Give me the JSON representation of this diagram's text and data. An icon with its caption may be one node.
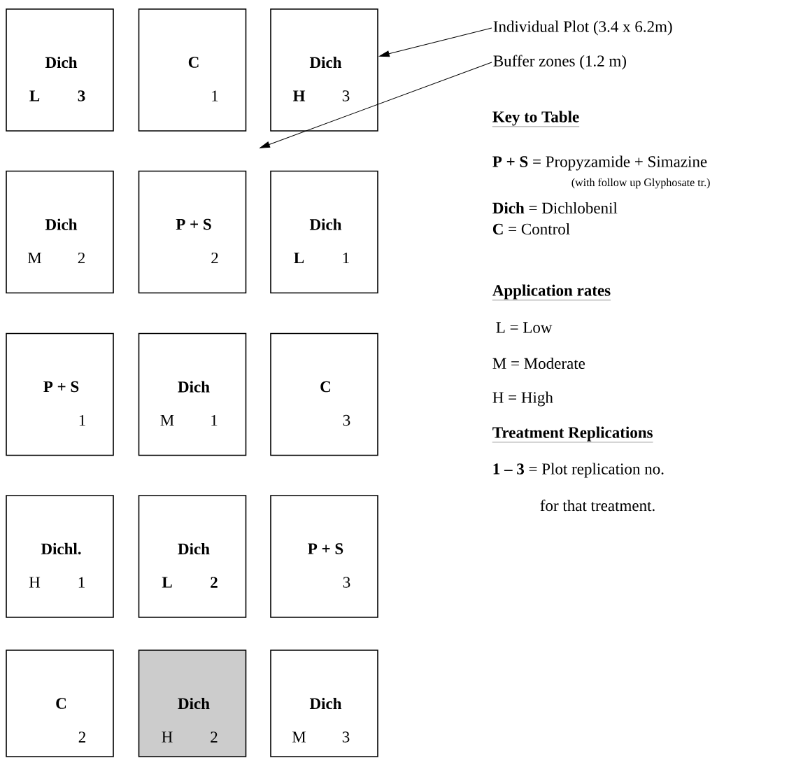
{
  "diagram": {
    "nodes": [
      {
        "text": [
          "Dich",
          "**L**",
          "**3**"
        ]
      },
      {
        "text": [
          "C",
          "1"
        ]
      },
      {
        "text": [
          "Dich",
          "**H**",
          "3"
        ]
      },
      {
        "text": [
          "Dich",
          "M",
          "2"
        ]
      },
      {
        "text": [
          "P + S",
          "2"
        ]
      },
      {
        "text": [
          "Dich",
          "**L**",
          "1"
        ]
      },
      {
        "text": [
          "P + S",
          "1"
        ]
      },
      {
        "text": [
          "Dich",
          "M",
          "1"
        ]
      },
      {
        "text": [
          "C",
          "3"
        ]
      },
      {
        "text": [
          "Dichl.",
          "H",
          "1"
        ]
      },
      {
        "text": [
          "Dich",
          "**L**",
          "**2**"
        ]
      },
      {
        "text": [
          "P + S",
          "3"
        ]
      },
      {
        "text": [
          "C",
          "2"
        ]
      },
      {
        "text": [
          "Dich",
          "H",
          "2"
        ]
      },
      {
        "text": [
          "Dich",
          "M",
          "3"
        ]
      },
      {
        "text": [
          "Individual Plot (3.4 x 6.2m)"
        ]
      },
      {
        "text": [
          "Buffer zones (1.2 m)"
        ]
      }
    ],
    "edges": [
      {
        "from": 15,
        "to": 2,
        "arrow": "to"
      },
      {
        "from": 16,
        "to": null,
        "arrow": "to"
      }
    ],
    "labels": [
      "Key to Table",
      "**P + S** = Propyzamide + Simazine",
      "(with follow up Glyphosate tr.)",
      "**Dich** = Dichlobenil",
      "**C** = Control",
      "Application rates",
      "L = Low",
      "M = Moderate",
      "H = High",
      "Treatment Replications",
      "**1 – 3** = Plot replication no.",
      "for that treatment."
    ]
  }
}
